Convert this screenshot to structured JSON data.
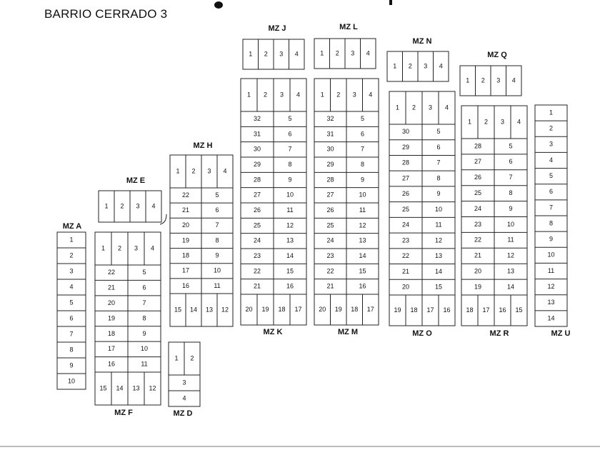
{
  "title": "BARRIO CERRADO 3",
  "blocks": [
    {
      "id": "A",
      "label": "MZ A",
      "lots": [
        "1",
        "2",
        "3",
        "4",
        "5",
        "6",
        "7",
        "8",
        "9",
        "10"
      ]
    },
    {
      "id": "E",
      "label": "MZ E",
      "lots": [
        "1",
        "2",
        "3",
        "4"
      ]
    },
    {
      "id": "F",
      "label": "MZ F",
      "top": [
        "1",
        "2",
        "3",
        "4"
      ],
      "left": [
        "22",
        "21",
        "20",
        "19",
        "18",
        "17",
        "16"
      ],
      "right": [
        "5",
        "6",
        "7",
        "8",
        "9",
        "10",
        "11"
      ],
      "bottom": [
        "15",
        "14",
        "13",
        "12"
      ]
    },
    {
      "id": "H",
      "label": "MZ H",
      "top": [
        "1",
        "2",
        "3",
        "4"
      ],
      "left": [
        "22",
        "21",
        "20",
        "19",
        "18",
        "17",
        "16"
      ],
      "right": [
        "5",
        "6",
        "7",
        "8",
        "9",
        "10",
        "11"
      ],
      "bottom": [
        "15",
        "14",
        "13",
        "12"
      ]
    },
    {
      "id": "D",
      "label": "MZ D",
      "lots": [
        "1",
        "2",
        "3",
        "4"
      ]
    },
    {
      "id": "J",
      "label": "MZ J",
      "lots": [
        "1",
        "2",
        "3",
        "4"
      ]
    },
    {
      "id": "K",
      "label": "MZ K",
      "top": [
        "1",
        "2",
        "3",
        "4"
      ],
      "left": [
        "32",
        "31",
        "30",
        "29",
        "28",
        "27",
        "26",
        "25",
        "24",
        "23",
        "22",
        "21"
      ],
      "right": [
        "5",
        "6",
        "7",
        "8",
        "9",
        "10",
        "11",
        "12",
        "13",
        "14",
        "15",
        "16"
      ],
      "bottom": [
        "20",
        "19",
        "18",
        "17"
      ]
    },
    {
      "id": "L",
      "label": "MZ L",
      "lots": [
        "1",
        "2",
        "3",
        "4"
      ]
    },
    {
      "id": "M",
      "label": "MZ M",
      "top": [
        "1",
        "2",
        "3",
        "4"
      ],
      "left": [
        "32",
        "31",
        "30",
        "29",
        "28",
        "27",
        "26",
        "25",
        "24",
        "23",
        "22",
        "21"
      ],
      "right": [
        "5",
        "6",
        "7",
        "8",
        "9",
        "10",
        "11",
        "12",
        "13",
        "14",
        "15",
        "16"
      ],
      "bottom": [
        "20",
        "19",
        "18",
        "17"
      ]
    },
    {
      "id": "N",
      "label": "MZ N",
      "lots": [
        "1",
        "2",
        "3",
        "4"
      ]
    },
    {
      "id": "O",
      "label": "MZ O",
      "top": [
        "1",
        "2",
        "3",
        "4"
      ],
      "left": [
        "30",
        "29",
        "28",
        "27",
        "26",
        "25",
        "24",
        "23",
        "22",
        "21",
        "20"
      ],
      "right": [
        "5",
        "6",
        "7",
        "8",
        "9",
        "10",
        "11",
        "12",
        "13",
        "14",
        "15"
      ],
      "bottom": [
        "19",
        "18",
        "17",
        "16"
      ]
    },
    {
      "id": "Q",
      "label": "MZ Q",
      "lots": [
        "1",
        "2",
        "3",
        "4"
      ]
    },
    {
      "id": "R",
      "label": "MZ R",
      "top": [
        "1",
        "2",
        "3",
        "4"
      ],
      "left": [
        "28",
        "27",
        "26",
        "25",
        "24",
        "23",
        "22",
        "21",
        "20",
        "19"
      ],
      "right": [
        "5",
        "6",
        "7",
        "8",
        "9",
        "10",
        "11",
        "12",
        "13",
        "14"
      ],
      "bottom": [
        "18",
        "17",
        "16",
        "15"
      ]
    },
    {
      "id": "U",
      "label": "MZ U",
      "lots": [
        "1",
        "2",
        "3",
        "4",
        "5",
        "6",
        "7",
        "8",
        "9",
        "10",
        "11",
        "12",
        "13",
        "14"
      ]
    }
  ]
}
